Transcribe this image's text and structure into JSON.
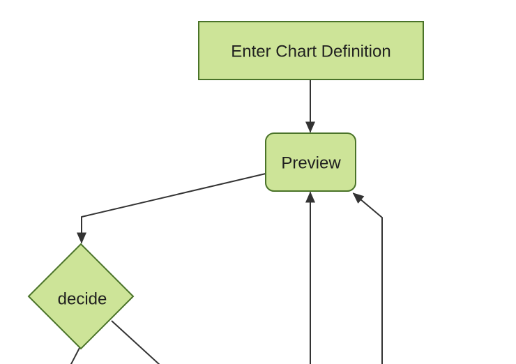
{
  "diagram": {
    "type": "flowchart",
    "nodes": [
      {
        "id": "enter-chart-definition",
        "label": "Enter Chart Definition",
        "shape": "rectangle"
      },
      {
        "id": "preview",
        "label": "Preview",
        "shape": "rounded-rectangle"
      },
      {
        "id": "decide",
        "label": "decide",
        "shape": "diamond"
      }
    ],
    "edges": [
      {
        "from": "enter-chart-definition",
        "to": "preview",
        "arrow": true
      },
      {
        "from": "preview",
        "to": "decide",
        "arrow": true
      },
      {
        "from": "decide",
        "to": "offscreen-bottom-left",
        "arrow": false
      },
      {
        "from": "decide",
        "to": "offscreen-bottom-right",
        "arrow": false
      },
      {
        "from": "offscreen-bottom",
        "to": "preview",
        "arrow": true
      },
      {
        "from": "offscreen-bottom-right",
        "to": "preview",
        "arrow": true
      }
    ]
  },
  "colors": {
    "background": "#ffffff",
    "node_fill": "#cde498",
    "node_border": "#4a7329",
    "edge_color": "#333333",
    "text_color": "#1f1f1f"
  }
}
